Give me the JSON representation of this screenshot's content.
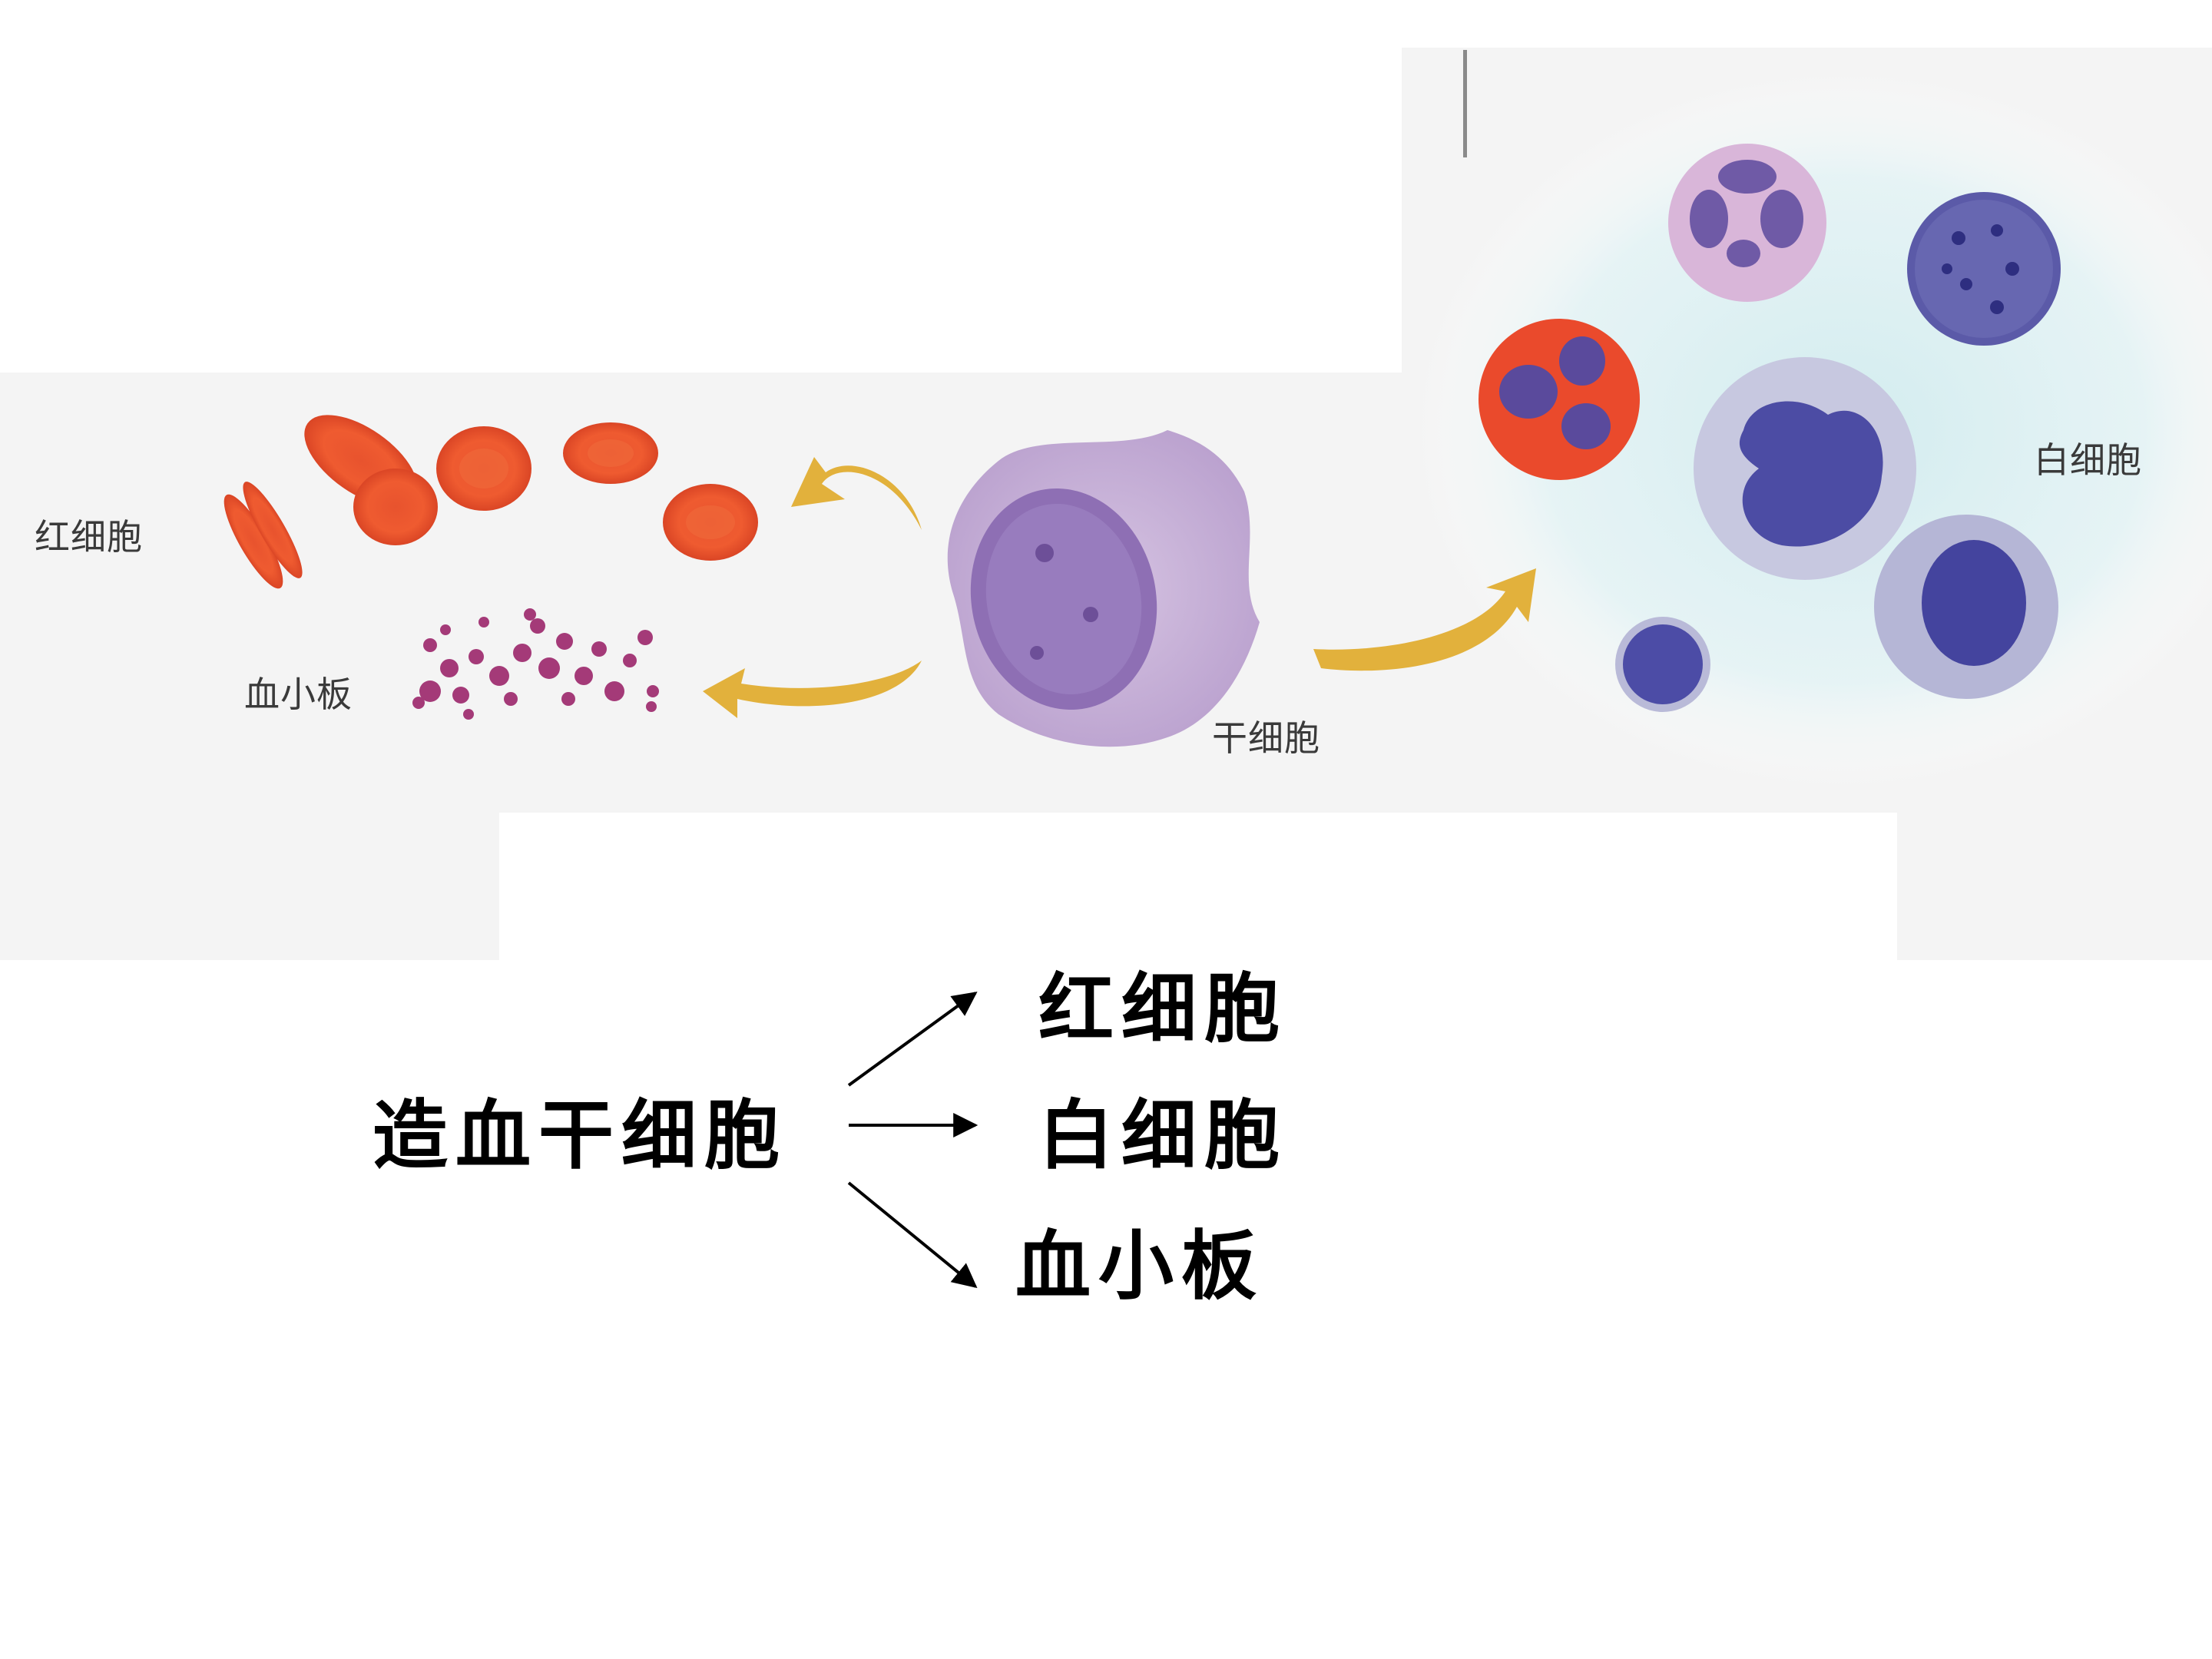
{
  "illustration": {
    "labels": {
      "red_cells": "红细胞",
      "platelets": "血小板",
      "stem_cell": "干细胞",
      "white_cells": "白细胞"
    },
    "colors": {
      "red_cell": "#ea4a2c",
      "platelet": "#a43a78",
      "stem_cell": "#c7b0d6",
      "nucleus": "#4a4aa0",
      "arrow": "#e2b13c",
      "background_tint": "#f4f4f4",
      "white_cell_glow": "#d7eef1"
    }
  },
  "diagram": {
    "source": "造血干细胞",
    "targets": [
      "红细胞",
      "白细胞",
      "血小板"
    ],
    "arrow_color": "#000000"
  }
}
